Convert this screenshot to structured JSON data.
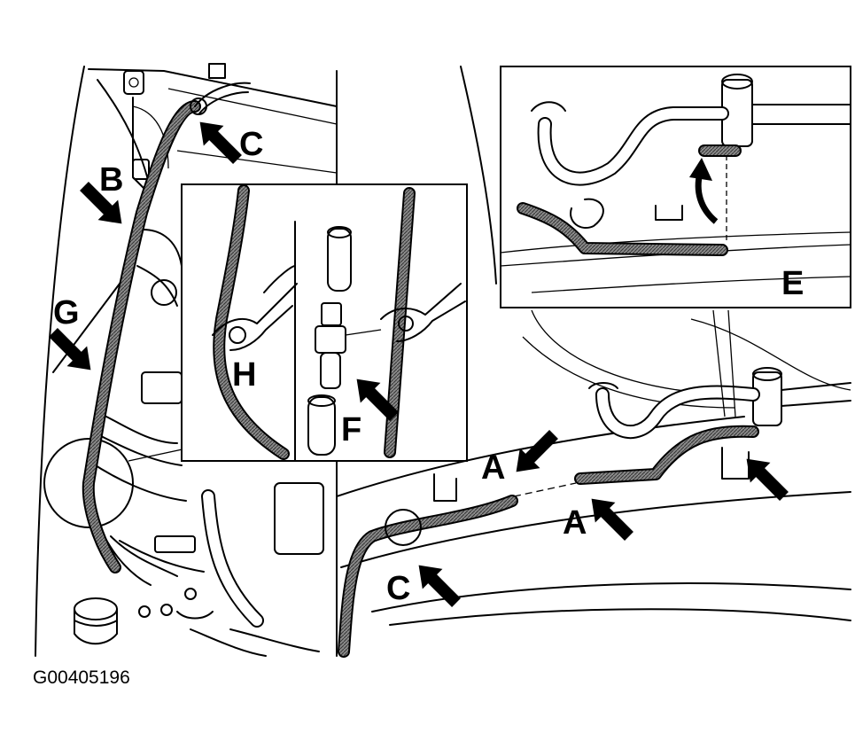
{
  "figure": {
    "id_label": "G00405196"
  },
  "callouts": {
    "a_upper": "A",
    "a_lower": "A",
    "b": "B",
    "c_top": "C",
    "c_bottom": "C",
    "e": "E",
    "f": "F",
    "g": "G",
    "h": "H"
  }
}
